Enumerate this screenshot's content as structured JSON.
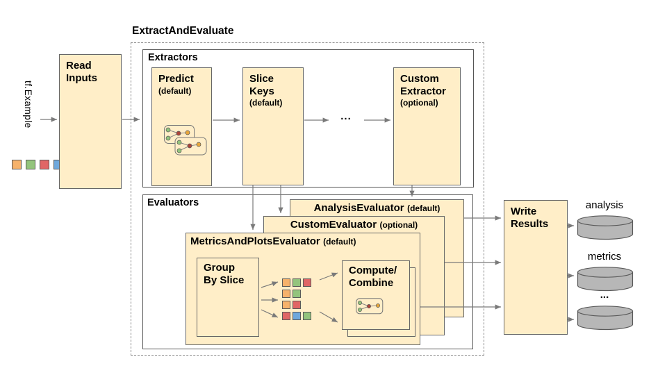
{
  "colors": {
    "box_fill": "#ffeec8",
    "box_border": "#666666",
    "square_orange": "#f6b26b",
    "square_green": "#93c47d",
    "square_red": "#e06666",
    "square_blue": "#6fa8dc",
    "cylinder_fill": "#b7b7b7",
    "node_green": "#93c47d",
    "node_red": "#ab443a",
    "node_yellow": "#e7a63a"
  },
  "input": {
    "label": "tf.Example",
    "legend_squares": [
      "orange",
      "green",
      "red",
      "blue"
    ]
  },
  "read_inputs": {
    "title": "Read\nInputs"
  },
  "pipeline": {
    "title": "ExtractAndEvaluate",
    "extractors": {
      "title": "Extractors",
      "predict": {
        "title": "Predict",
        "subtitle": "(default)"
      },
      "slice_keys": {
        "title": "Slice\nKeys",
        "subtitle": "(default)"
      },
      "ellipsis": "...",
      "custom_extractor": {
        "title": "Custom\nExtractor",
        "subtitle": "(optional)"
      }
    },
    "evaluators": {
      "title": "Evaluators",
      "analysis_evaluator": {
        "title": "AnalysisEvaluator",
        "subtitle": "(default)"
      },
      "custom_evaluator": {
        "title": "CustomEvaluator",
        "subtitle": "(optional)"
      },
      "metrics_and_plots_evaluator": {
        "title": "MetricsAndPlotsEvaluator",
        "subtitle": "(default)",
        "group_by_slice": {
          "title": "Group\nBy Slice"
        },
        "compute_combine": {
          "title": "Compute/\nCombine"
        },
        "slice_rows": [
          [
            "orange",
            "green",
            "red"
          ],
          [
            "orange",
            "green"
          ],
          [
            "orange",
            "red"
          ],
          [
            "red",
            "blue",
            "green"
          ]
        ]
      }
    }
  },
  "write_results": {
    "title": "Write\nResults"
  },
  "outputs": [
    {
      "label": "analysis"
    },
    {
      "label": "metrics"
    },
    {
      "label": "..."
    }
  ]
}
